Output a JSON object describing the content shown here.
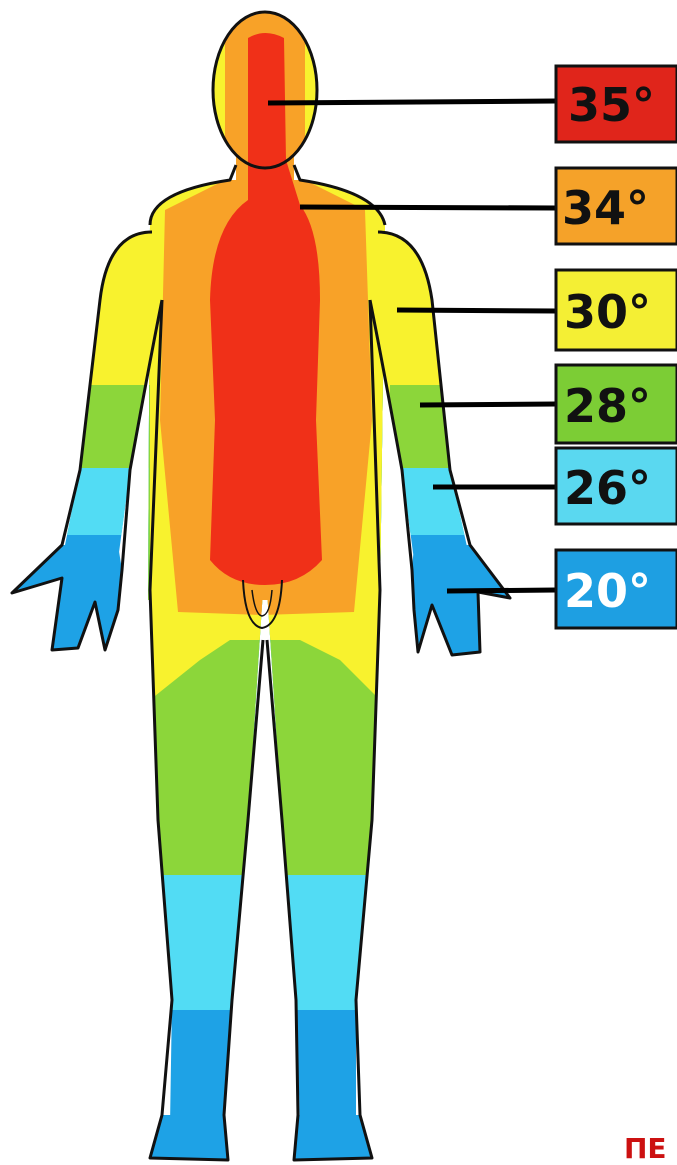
{
  "colors": {
    "zone_35": "#f03018",
    "zone_34": "#f8a228",
    "zone_30": "#f8f22e",
    "zone_28": "#8cd63a",
    "zone_26": "#52dcf4",
    "zone_20": "#1ea2e6",
    "outline": "#111111",
    "leader_line": "#000000",
    "corner_text": "#cc1111"
  },
  "legend": [
    {
      "label": "35°",
      "zone": "head-core",
      "fill": "#e0251b",
      "text_color": "#111111"
    },
    {
      "label": "34°",
      "zone": "torso-core",
      "fill": "#f5a229",
      "text_color": "#111111"
    },
    {
      "label": "30°",
      "zone": "upper-arm",
      "fill": "#f4ef34",
      "text_color": "#111111"
    },
    {
      "label": "28°",
      "zone": "elbow",
      "fill": "#7ccd35",
      "text_color": "#111111"
    },
    {
      "label": "26°",
      "zone": "forearm",
      "fill": "#5ad8f0",
      "text_color": "#111111"
    },
    {
      "label": "20°",
      "zone": "hand",
      "fill": "#1e9fe2",
      "text_color": "#ffffff"
    }
  ],
  "corner_text": "ПЕ"
}
